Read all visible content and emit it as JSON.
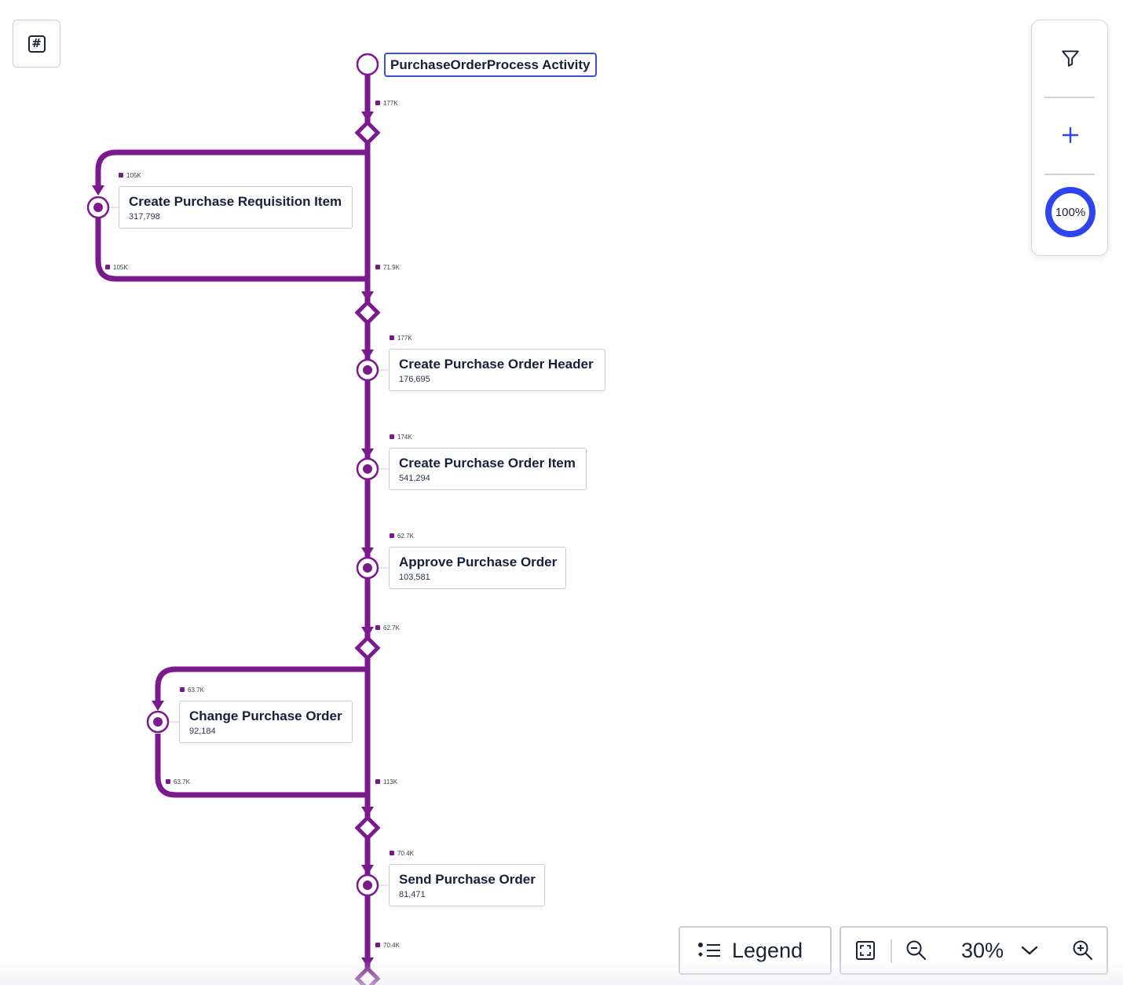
{
  "start": {
    "label": "PurchaseOrderProcess Activity"
  },
  "nodes": [
    {
      "id": "n1",
      "title": "Create Purchase Requisition Item",
      "count": "317,798"
    },
    {
      "id": "n2",
      "title": "Create Purchase Order Header",
      "count": "176,695"
    },
    {
      "id": "n3",
      "title": "Create Purchase Order Item",
      "count": "541,294"
    },
    {
      "id": "n4",
      "title": "Approve Purchase Order",
      "count": "103,581"
    },
    {
      "id": "n5",
      "title": "Change Purchase Order",
      "count": "92,184"
    },
    {
      "id": "n6",
      "title": "Send Purchase Order",
      "count": "81,471"
    }
  ],
  "edges": [
    {
      "id": "e1",
      "label": "177K"
    },
    {
      "id": "e2",
      "label": "105K"
    },
    {
      "id": "e3",
      "label": "105K"
    },
    {
      "id": "e4",
      "label": "71.9K"
    },
    {
      "id": "e5",
      "label": "177K"
    },
    {
      "id": "e6",
      "label": "174K"
    },
    {
      "id": "e7",
      "label": "62.7K"
    },
    {
      "id": "e8",
      "label": "62.7K"
    },
    {
      "id": "e9",
      "label": "63.7K"
    },
    {
      "id": "e10",
      "label": "63.7K"
    },
    {
      "id": "e11",
      "label": "113K"
    },
    {
      "id": "e12",
      "label": "70.4K"
    },
    {
      "id": "e13",
      "label": "70.4K"
    }
  ],
  "toolbar": {
    "hash_icon": "#",
    "filter_icon": "filter-icon",
    "add_icon": "plus-icon",
    "zoom_ring_label": "100%"
  },
  "bottom": {
    "legend_label": "Legend",
    "zoom_level": "30%",
    "icons": [
      "legend-list-icon",
      "fit-screen-icon",
      "zoom-out-icon",
      "chevron-down-icon",
      "zoom-in-icon"
    ]
  },
  "colors": {
    "flow": "#7b1a8c",
    "accent": "#2f43ee",
    "text": "#14213d"
  }
}
